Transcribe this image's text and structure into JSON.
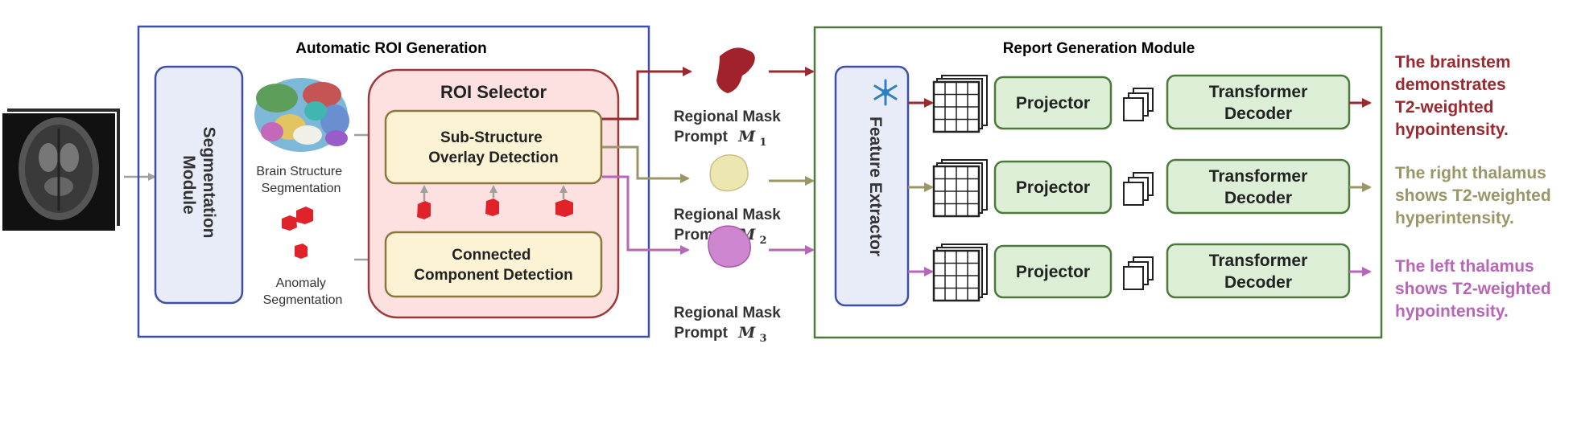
{
  "roi_generation": {
    "title": "Automatic ROI Generation",
    "segmentation_module": [
      "Segmentation",
      "Module"
    ],
    "brain_seg_label": [
      "Brain Structure",
      "Segmentation"
    ],
    "anomaly_seg_label": [
      "Anomaly",
      "Segmentation"
    ],
    "roi_selector": {
      "title": "ROI Selector",
      "substructure": [
        "Sub-Structure",
        "Overlay Detection"
      ],
      "connected": [
        "Connected",
        "Component Detection"
      ]
    }
  },
  "mask_prompts": [
    {
      "line1": "Regional Mask",
      "line2": "Prompt",
      "symbol": "M",
      "sub": "1"
    },
    {
      "line1": "Regional Mask",
      "line2": "Prompt",
      "symbol": "M",
      "sub": "2"
    },
    {
      "line1": "Regional Mask",
      "line2": "Prompt",
      "symbol": "M",
      "sub": "3"
    }
  ],
  "report_module": {
    "title": "Report Generation Module",
    "feature_extractor": "Feature Extractor",
    "projector": "Projector",
    "decoder": [
      "Transformer",
      "Decoder"
    ]
  },
  "outputs": [
    {
      "lines": [
        "The brainstem",
        "demonstrates",
        "T2-weighted",
        "hypointensity."
      ],
      "color": "#9b2a30"
    },
    {
      "lines": [
        "The right thalamus",
        "shows T2-weighted",
        "hyperintensity."
      ],
      "color": "#9a9668"
    },
    {
      "lines": [
        "The left thalamus",
        "shows T2-weighted",
        "hypointensity."
      ],
      "color": "#b766b8"
    }
  ],
  "colors": {
    "blue_border": "#3d4fa6",
    "green_border": "#4d7a3c",
    "red_border": "#9c3a3a",
    "pink_fill": "#fde0e0",
    "cream_fill": "#fcf3d4",
    "olive_border": "#8a7840",
    "green_fill": "#dcefd6",
    "lavender_fill": "#e8ecf8",
    "gray_arrow": "#a0a0a0"
  }
}
